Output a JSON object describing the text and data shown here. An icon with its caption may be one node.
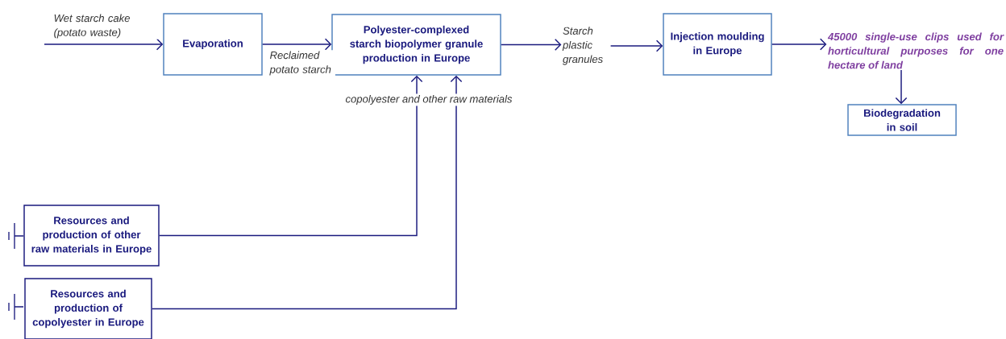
{
  "diagram": {
    "nodes": [
      {
        "text": [
          "Evaporation"
        ]
      },
      {
        "text": [
          "Polyester-complexed starch biopolymer granule production in Europe"
        ]
      },
      {
        "text": [
          "Starch plastic granules"
        ]
      },
      {
        "text": [
          "Injection moulding in Europe"
        ]
      },
      {
        "text": [
          "45000 single-use clips used for horticultural purposes for one hectare of land"
        ]
      },
      {
        "text": [
          "Biodegradation in soil"
        ]
      },
      {
        "text": [
          "Resources and production of other raw materials in Europe"
        ]
      },
      {
        "text": [
          "Resources and production of copolyester in Europe"
        ]
      }
    ],
    "edges": [
      {
        "from": null,
        "to": 0,
        "arrow": "to",
        "label": "Wet starch cake (potato waste)"
      },
      {
        "from": 0,
        "to": 1,
        "arrow": "to",
        "label": "Reclaimed potato starch"
      },
      {
        "from": 1,
        "to": 2,
        "arrow": "to"
      },
      {
        "from": 2,
        "to": 3,
        "arrow": "to"
      },
      {
        "from": 3,
        "to": 4,
        "arrow": "to"
      },
      {
        "from": 4,
        "to": 5,
        "arrow": "to"
      },
      {
        "from": 6,
        "to": 1,
        "arrow": "to"
      },
      {
        "from": 7,
        "to": 1,
        "arrow": "to"
      }
    ],
    "labels": [
      "copolyester and other raw materials"
    ]
  }
}
